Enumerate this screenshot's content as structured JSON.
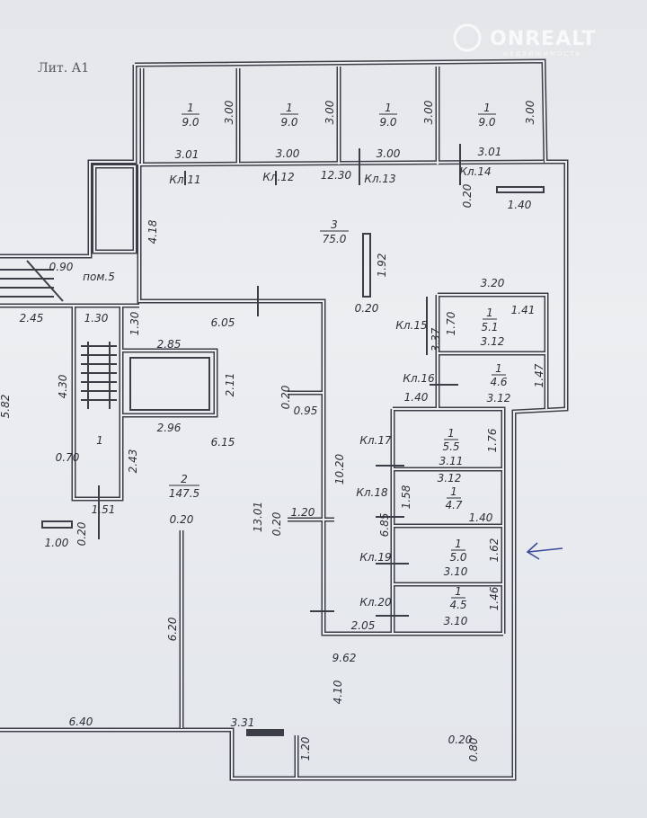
{
  "title": "Лит. А1",
  "watermark": {
    "brand": "ONREALT",
    "sub": "НЕДВИЖИМОСТЬ"
  },
  "rooms": [
    {
      "num": "1",
      "area": "9.0"
    },
    {
      "num": "1",
      "area": "9.0"
    },
    {
      "num": "1",
      "area": "9.0"
    },
    {
      "num": "1",
      "area": "9.0"
    },
    {
      "num": "3",
      "area": "75.0"
    },
    {
      "num": "1",
      "area": "5.1"
    },
    {
      "num": "1",
      "area": "4.6"
    },
    {
      "num": "1",
      "area": "5.5"
    },
    {
      "num": "1",
      "area": "4.7"
    },
    {
      "num": "1",
      "area": "5.0"
    },
    {
      "num": "1",
      "area": "4.5"
    },
    {
      "num": "2",
      "area": "147.5"
    }
  ],
  "room_labels": {
    "pom5": "пом.5",
    "room1": "1"
  },
  "cells": [
    "Кл.11",
    "Кл.12",
    "Кл.13",
    "Кл.14",
    "Кл.15",
    "Кл.16",
    "Кл.17",
    "Кл.18",
    "Кл.19",
    "Кл.20"
  ],
  "dims_h": [
    "3.01",
    "3.00",
    "3.00",
    "3.01",
    "12.30",
    "1.40",
    "3.20",
    "0.90",
    "2.45",
    "1.30",
    "6.05",
    "0.20",
    "1.41",
    "3.12",
    "2.85",
    "3.12",
    "1.40",
    "0.95",
    "2.96",
    "6.15",
    "0.70",
    "3.11",
    "3.12",
    "1.51",
    "1.20",
    "0.20",
    "1.00",
    "1.40",
    "3.10",
    "3.10",
    "2.05",
    "9.62",
    "6.40",
    "3.31",
    "0.20"
  ],
  "dims_v": [
    "3.00",
    "3.00",
    "3.00",
    "3.00",
    "0.20",
    "4.18",
    "1.92",
    "1.30",
    "1.70",
    "3.37",
    "4.30",
    "5.82",
    "2.11",
    "1.47",
    "0.20",
    "1.76",
    "10.20",
    "2.43",
    "1.58",
    "6.85",
    "13.01",
    "0.20",
    "0.20",
    "1.62",
    "1.46",
    "6.20",
    "4.10",
    "1.20",
    "0.80"
  ],
  "colors": {
    "line": "#3b3e46",
    "paper": "#e6e8ec",
    "arrow": "#3a4a9a"
  }
}
